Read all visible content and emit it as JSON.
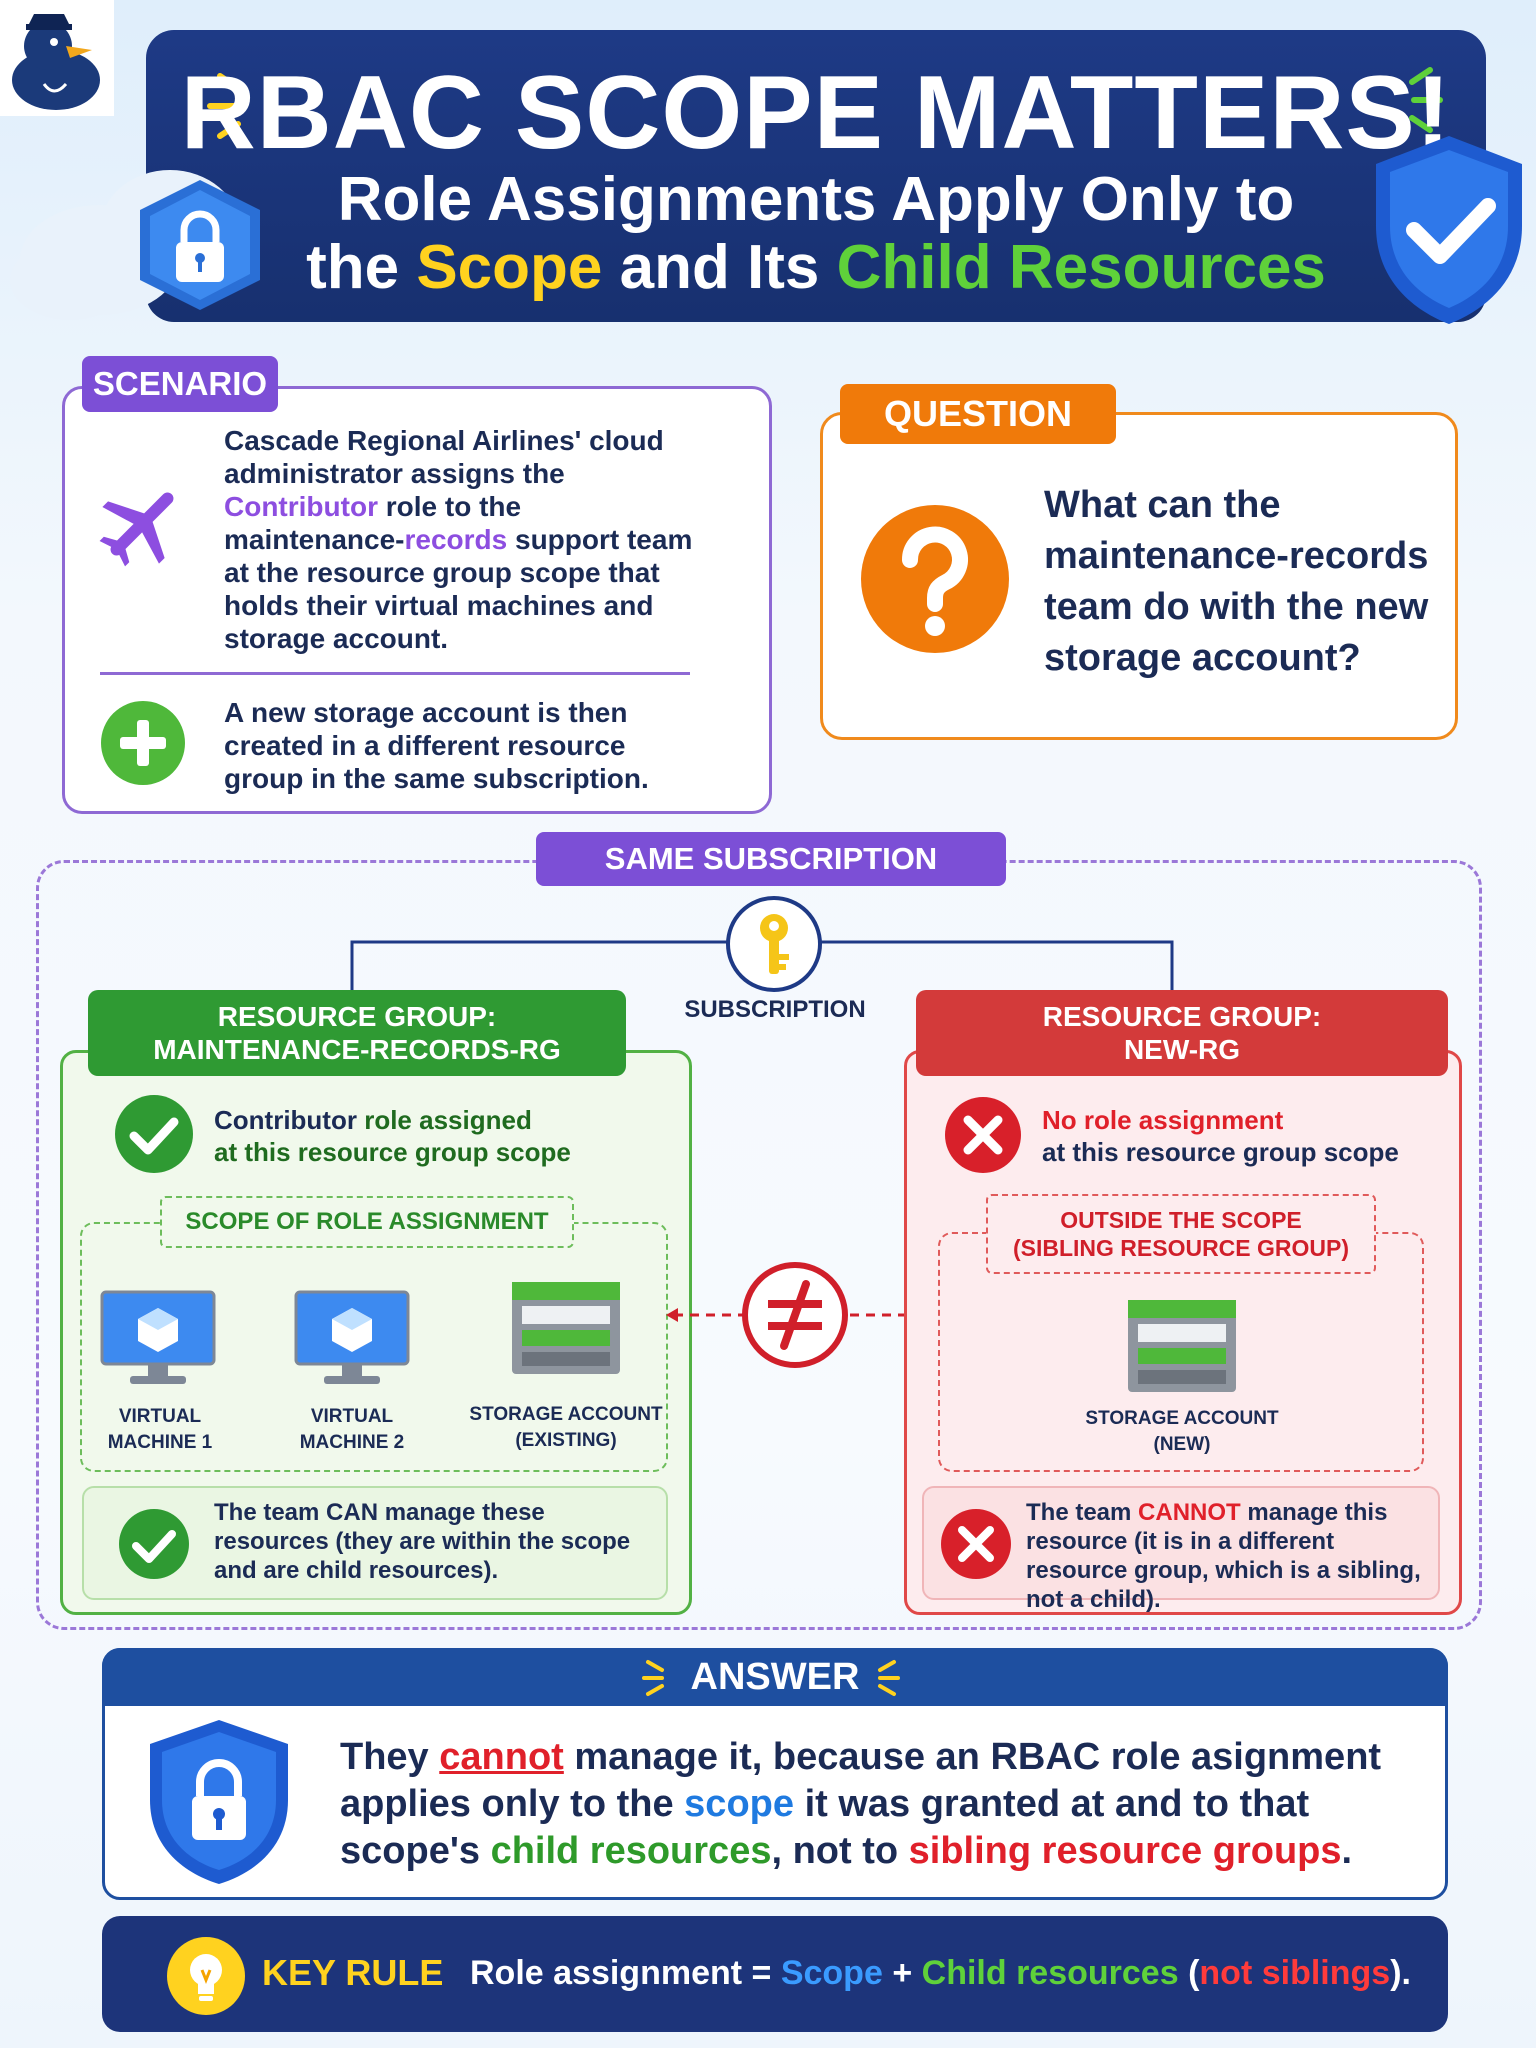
{
  "header": {
    "title": "RBAC SCOPE MATTERS!",
    "subtitle_line1": "Role Assignments Apply Only to",
    "subtitle_the": "the",
    "subtitle_scope": "Scope",
    "subtitle_and_its": "and Its",
    "subtitle_child": "Child Resources"
  },
  "scenario": {
    "tag": "SCENARIO",
    "text_p1": "Cascade Regional Airlines' cloud administrator assigns the",
    "text_role": "Contributor",
    "text_p2": "role to the maintenance-",
    "text_records": "records",
    "text_p3": "support team at the resource group scope that holds their virtual machines and storage account.",
    "new_text": "A new storage account is then created in a different resource group in the same subscription."
  },
  "question": {
    "tag": "QUESTION",
    "text": "What can the maintenance-records team do with the new storage account?"
  },
  "subscription": {
    "tag": "SAME SUBSCRIPTION",
    "label": "SUBSCRIPTION"
  },
  "rg_left": {
    "tag_line1": "RESOURCE GROUP:",
    "tag_line2": "MAINTENANCE-RECORDS-RG",
    "assigned_role": "Contributor",
    "assigned_rest": "role assigned",
    "assigned_line2": "at this resource group scope",
    "scope_tag": "SCOPE OF ROLE ASSIGNMENT",
    "vm1_label": "VIRTUAL MACHINE 1",
    "vm2_label": "VIRTUAL MACHINE 2",
    "storage_label_line1": "STORAGE ACCOUNT",
    "storage_label_line2": "(EXISTING)",
    "can_text": "The team CAN manage these resources (they are within the scope and are child resources)."
  },
  "rg_right": {
    "tag_line1": "RESOURCE GROUP:",
    "tag_line2": "NEW-RG",
    "none_line1": "No role assignment",
    "none_line2": "at this resource group scope",
    "scope_tag_line1": "OUTSIDE THE SCOPE",
    "scope_tag_line2": "(SIBLING RESOURCE GROUP)",
    "storage_label_line1": "STORAGE ACCOUNT",
    "storage_label_line2": "(NEW)",
    "cannot_p1": "The team",
    "cannot_word": "CANNOT",
    "cannot_p2": "manage this resource (it is in a different resource group, which is a sibling, not a child)."
  },
  "answer": {
    "title": "ANSWER",
    "p1": "They",
    "cannot": "cannot",
    "p2": "manage it, because an RBAC role asignment applies only to the",
    "scope": "scope",
    "p3": "it was granted at and to that scope's",
    "child": "child resources",
    "p4": ", not to",
    "sibling": "sibling resource groups",
    "p5": "."
  },
  "key_rule": {
    "title": "KEY RULE",
    "p1": "Role assignment =",
    "scope": "Scope",
    "plus": "+",
    "child": "Child resources",
    "open": "(",
    "not_siblings": "not siblings",
    "close": ")."
  },
  "colors": {
    "navy": "#1e3a86",
    "purple": "#7c4fd6",
    "orange": "#f07a0a",
    "green": "#2f9a33",
    "red": "#d33a3a",
    "yellow": "#ffd21f"
  },
  "icons": [
    "duck-logo-icon",
    "cloud-lock-icon",
    "shield-check-icon",
    "airplane-icon",
    "plus-circle-icon",
    "question-icon",
    "key-icon",
    "check-circle-icon",
    "x-circle-icon",
    "vm-monitor-icon",
    "storage-account-icon",
    "not-equal-icon",
    "shield-lock-icon",
    "lightbulb-icon"
  ]
}
